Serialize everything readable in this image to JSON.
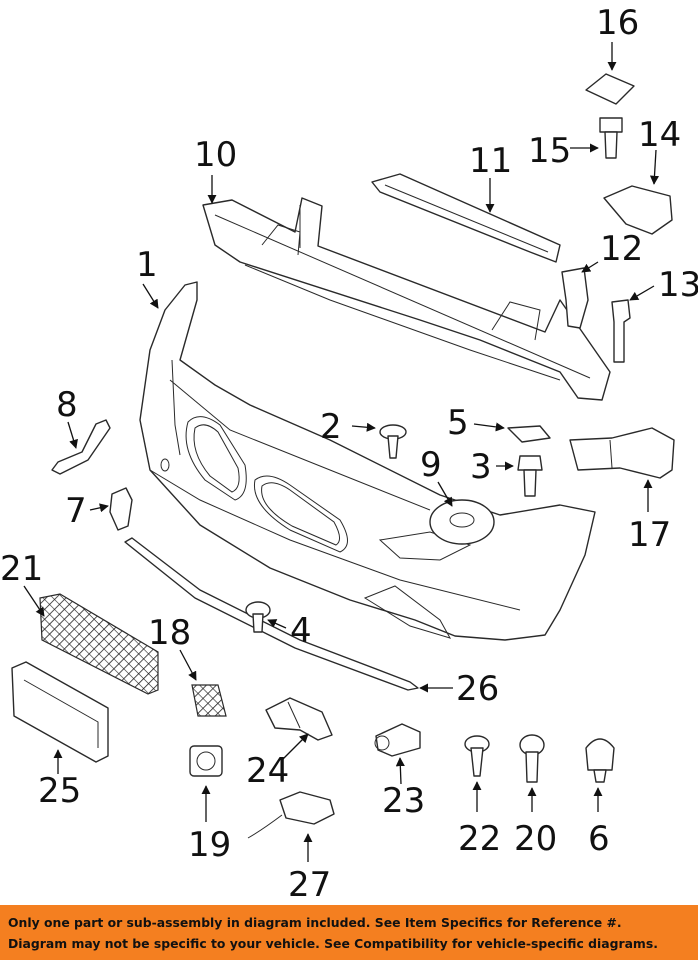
{
  "callouts": [
    "1",
    "2",
    "3",
    "4",
    "5",
    "6",
    "7",
    "8",
    "9",
    "10",
    "11",
    "12",
    "13",
    "14",
    "15",
    "16",
    "17",
    "18",
    "19",
    "20",
    "21",
    "22",
    "23",
    "24",
    "25",
    "26",
    "27"
  ],
  "banner": {
    "line1": "Only one part or sub-assembly in diagram included. See Item Specifics for Reference #.",
    "line2": "Diagram may not be specific to your vehicle. See Compatibility for vehicle-specific diagrams."
  }
}
